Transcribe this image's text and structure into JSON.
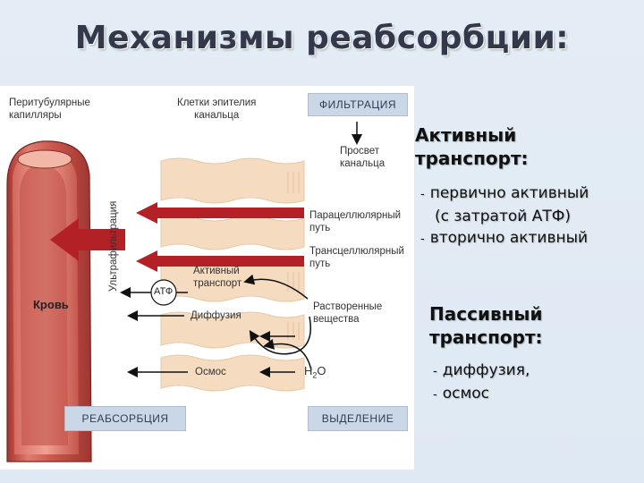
{
  "title": "Механизмы реабсорбции:",
  "figure": {
    "labels": {
      "peritubular": [
        "Перитубулярные",
        "капилляры"
      ],
      "epithelium": [
        "Клетки эпителия",
        "канальца"
      ],
      "lumen": [
        "Просвет",
        "канальца"
      ],
      "paracellular": [
        "Парацеллюлярный",
        "путь"
      ],
      "transcellular": [
        "Трансцеллюлярный",
        "путь"
      ],
      "active": [
        "Активный",
        "транспорт"
      ],
      "diffusion": "Диффузия",
      "osmosis": "Осмос",
      "solutes": [
        "Растворенные",
        "вещества"
      ],
      "water": "H",
      "water_sub": "2",
      "water_end": "O",
      "atp": "АТФ",
      "blood": "Кровь",
      "ultrafiltration": "Ультрафильтрация"
    },
    "boxes": {
      "filtration": "ФИЛЬТРАЦИЯ",
      "reabsorption": "РЕАБСОРБЦИЯ",
      "excretion": "ВЫДЕЛЕНИЕ"
    },
    "colors": {
      "vessel": "#c5504a",
      "arrow_red": "#b32025",
      "cells": "#f5dcc0",
      "box": "#c9d7e6"
    }
  },
  "right": {
    "active_heading": [
      "Активный",
      "транспорт:"
    ],
    "active_items": [
      "первично активный",
      "(с затратой АТФ)",
      "вторично активный"
    ],
    "passive_heading": [
      "Пассивный",
      "транспорт:"
    ],
    "passive_items": [
      "диффузия,",
      "осмос"
    ]
  }
}
